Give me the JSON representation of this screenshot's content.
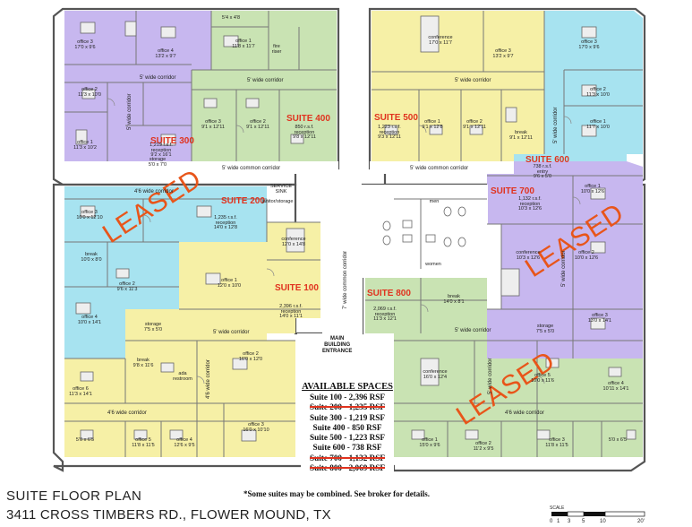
{
  "colors": {
    "purple": "#c7b7ef",
    "green": "#c9e3b3",
    "yellow": "#f6f0a6",
    "cyan": "#a7e3f0",
    "wall": "#555555",
    "suite_label": "#e0331f",
    "leased_stamp": "#e8551a"
  },
  "suites": {
    "s100": "SUITE 100",
    "s200": "SUITE 200",
    "s300": "SUITE 300",
    "s400": "SUITE 400",
    "s500": "SUITE 500",
    "s600": "SUITE 600",
    "s700": "SUITE 700",
    "s800": "SUITE 800"
  },
  "stamps": {
    "leased": "LEASED"
  },
  "corridors": {
    "common_left": "5' wide common corridor",
    "common_right": "5' wide common corridor",
    "center_vertical": "7' wide common corridor",
    "c300": "5' wide corridor",
    "c300_v": "5' wide corridor",
    "c400": "5' wide corridor",
    "c500": "5' wide corridor",
    "c600_v": "5' wide corridor",
    "c200": "4'6 wide corridor",
    "c100": "5' wide corridor",
    "c100_v": "4'6 wide corridor",
    "c800": "5' wide corridor",
    "c800_v": "5' wide corridor",
    "c700_v": "5' wide corridor",
    "c_lower_left": "4'6 wide corridor",
    "c_lower_right": "4'6 wide corridor"
  },
  "rooms": [
    {
      "id": "r1",
      "text": "office 3\n17'0 x 9'6"
    },
    {
      "id": "r2",
      "text": "office 4\n13'2 x 9'7"
    },
    {
      "id": "r3",
      "text": "5'4 x 4'8"
    },
    {
      "id": "r4",
      "text": "office 1\n11'8 x 11'7"
    },
    {
      "id": "r5",
      "text": "fire\nriser"
    },
    {
      "id": "r6",
      "text": "office 2\n11'3 x 10'0"
    },
    {
      "id": "r7",
      "text": "office 1\n11'3 x 10'2"
    },
    {
      "id": "r8",
      "text": "storage\n5'0 x 7'0"
    },
    {
      "id": "r9",
      "text": "1,219 r.s.f.\nreception\n9'2 x 16'1"
    },
    {
      "id": "r10",
      "text": "office 3\n9'1 x 12'11"
    },
    {
      "id": "r11",
      "text": "office 2\n9'1 x 12'11"
    },
    {
      "id": "r12",
      "text": "850 r.s.f.\nreception\n9'8 x 12'11"
    },
    {
      "id": "r13",
      "text": "conference\n17'0 x 11'7"
    },
    {
      "id": "r14",
      "text": "office 3\n13'2 x 9'7"
    },
    {
      "id": "r15",
      "text": "office 3\n17'0 x 9'6"
    },
    {
      "id": "r16",
      "text": "office 2\n11'3 x 10'0"
    },
    {
      "id": "r17",
      "text": "office 1\n11'7 x 10'0"
    },
    {
      "id": "r18",
      "text": "1,223 r.s.f.\nreception\n9'3 x 12'11"
    },
    {
      "id": "r19",
      "text": "office 1\n9'1 x 12'8"
    },
    {
      "id": "r20",
      "text": "office 2\n9'1 x 12'11"
    },
    {
      "id": "r21",
      "text": "break\n9'1 x 12'11"
    },
    {
      "id": "r22",
      "text": "738 r.s.f.\nentry\n9'6 x 5'0"
    },
    {
      "id": "r23",
      "text": "office 3\n10'0 x 12'10"
    },
    {
      "id": "r24",
      "text": "1,235 r.s.f.\nreception\n14'0 x 12'8"
    },
    {
      "id": "r25",
      "text": "janitor/storage"
    },
    {
      "id": "r26",
      "text": "SERVICE\nSINK"
    },
    {
      "id": "r27",
      "text": "men"
    },
    {
      "id": "r28",
      "text": "women"
    },
    {
      "id": "r29",
      "text": "office 1\n10'0 x 12'6"
    },
    {
      "id": "r30",
      "text": "1,132 r.s.f.\nreception\n10'3 x 12'6"
    },
    {
      "id": "r31",
      "text": "office 2\n10'0 x 12'6"
    },
    {
      "id": "r32",
      "text": "conference\n10'3 x 12'6"
    },
    {
      "id": "r33",
      "text": "office 3\n13'0 x 14'1"
    },
    {
      "id": "r34",
      "text": "break\n10'0 x 8'0"
    },
    {
      "id": "r35",
      "text": "office 2\n9'6 x 11'3"
    },
    {
      "id": "r36",
      "text": "office 4\n10'0 x 14'1"
    },
    {
      "id": "r37",
      "text": "conference\n12'0 x 14'8"
    },
    {
      "id": "r38",
      "text": "office 1\n12'0 x 10'0"
    },
    {
      "id": "r39",
      "text": "2,396 r.s.f.\nreception\n14'0 x 11'1"
    },
    {
      "id": "r40",
      "text": "2,069 r.s.f.\nreception\n11'3 x 12'1"
    },
    {
      "id": "r41",
      "text": "break\n14'0 x 8'1"
    },
    {
      "id": "r42",
      "text": "storage\n7'5 x 5'0"
    },
    {
      "id": "r43",
      "text": "storage\n7'5 x 5'0"
    },
    {
      "id": "r44",
      "text": "break\n9'8 x 11'6"
    },
    {
      "id": "r45",
      "text": "ada\nrestroom"
    },
    {
      "id": "r46",
      "text": "office 2\n16'0 x 12'0"
    },
    {
      "id": "r47",
      "text": "office 6\n11'3 x 14'1"
    },
    {
      "id": "r48",
      "text": "conference\n16'0 x 12'4"
    },
    {
      "id": "r49",
      "text": "office 5\n10'0 x 11'6"
    },
    {
      "id": "r50",
      "text": "office 4\n10'11 x 14'1"
    },
    {
      "id": "r51",
      "text": "office 3\n16'0 x 10'10"
    },
    {
      "id": "r52",
      "text": "5'0 x 6'5"
    },
    {
      "id": "r53",
      "text": "office 5\n11'8 x 11'5"
    },
    {
      "id": "r54",
      "text": "office 4\n12'6 x 9'5"
    },
    {
      "id": "r55",
      "text": "office 1\n15'0 x 9'6"
    },
    {
      "id": "r56",
      "text": "office 2\n11'2 x 9'5"
    },
    {
      "id": "r57",
      "text": "office 3\n11'8 x 11'5"
    },
    {
      "id": "r58",
      "text": "5'0 x 6'5"
    }
  ],
  "entrance": "MAIN\nBUILDING\nENTRANCE",
  "available": {
    "title": "AVAILABLE SPACES",
    "items": [
      {
        "text": "Suite 100 - 2,396 RSF",
        "struck": false
      },
      {
        "text": "Suite 200 - 1,235 RSF",
        "struck": true
      },
      {
        "text": "Suite 300 - 1,219 RSF",
        "struck": false
      },
      {
        "text": "Suite 400 - 850 RSF",
        "struck": false
      },
      {
        "text": "Suite 500 - 1,223 RSF",
        "struck": false
      },
      {
        "text": "Suite 600 - 738 RSF",
        "struck": false
      },
      {
        "text": "Suite 700 - 1,132 RSF",
        "struck": true
      },
      {
        "text": "Suite 800 - 2,069 RSF",
        "struck": true
      }
    ]
  },
  "footer": {
    "title": "SUITE FLOOR PLAN",
    "address": "3411 CROSS TIMBERS RD., FLOWER MOUND, TX",
    "note": "*Some suites may be combined.  See broker for details."
  },
  "scale": {
    "label": "SCALE",
    "ticks": [
      "0",
      "1",
      "3",
      "5",
      "10",
      "20'"
    ]
  }
}
